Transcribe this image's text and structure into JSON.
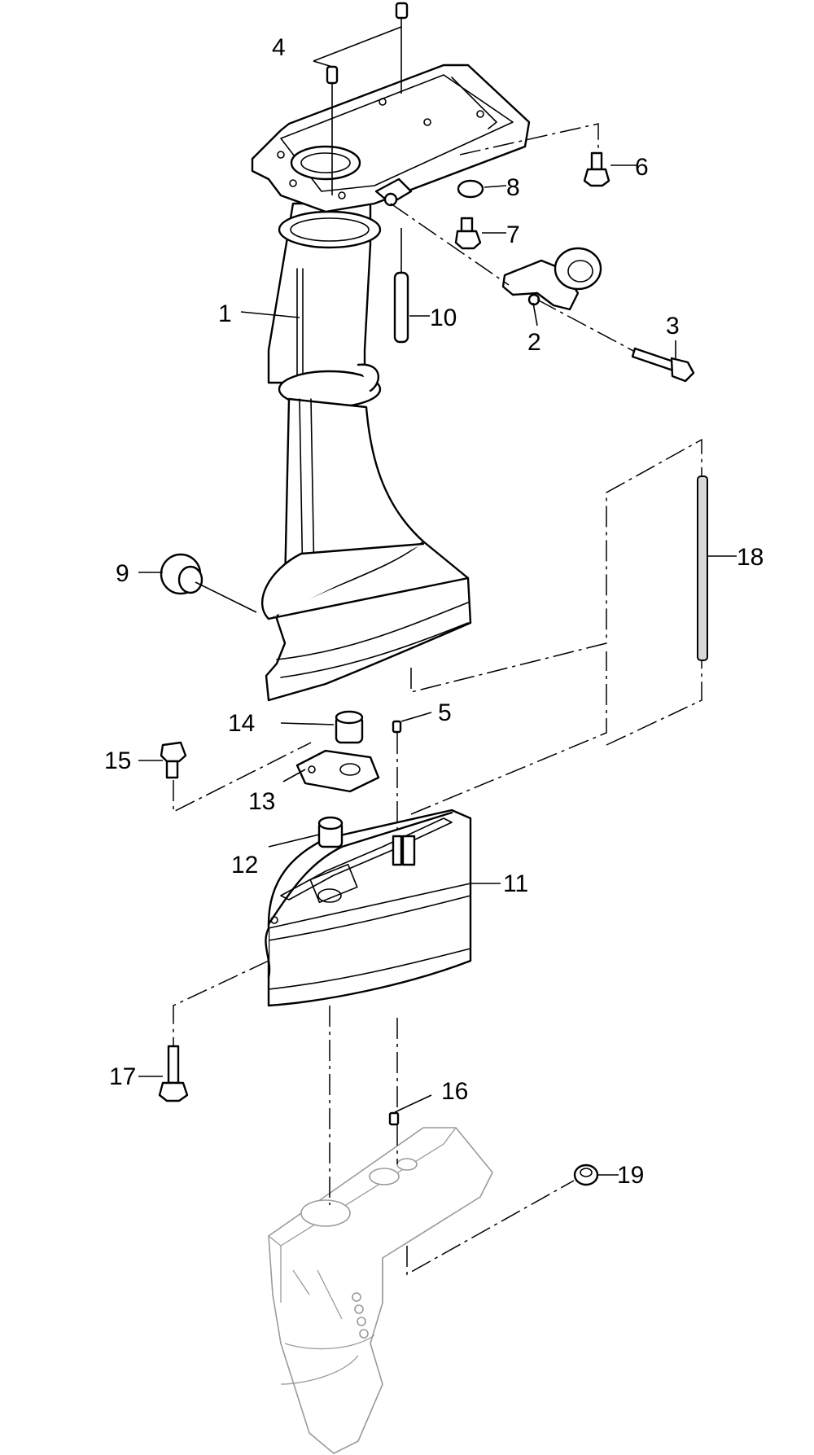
{
  "callouts": {
    "c1": "1",
    "c2": "2",
    "c3": "3",
    "c4": "4",
    "c5": "5",
    "c6": "6",
    "c7": "7",
    "c8": "8",
    "c9": "9",
    "c10": "10",
    "c11": "11",
    "c12": "12",
    "c13": "13",
    "c14": "14",
    "c15": "15",
    "c16": "16",
    "c17": "17",
    "c18": "18",
    "c19": "19"
  },
  "colors": {
    "line": "#000000",
    "ghost": "#9a9a9a",
    "background": "#ffffff"
  }
}
